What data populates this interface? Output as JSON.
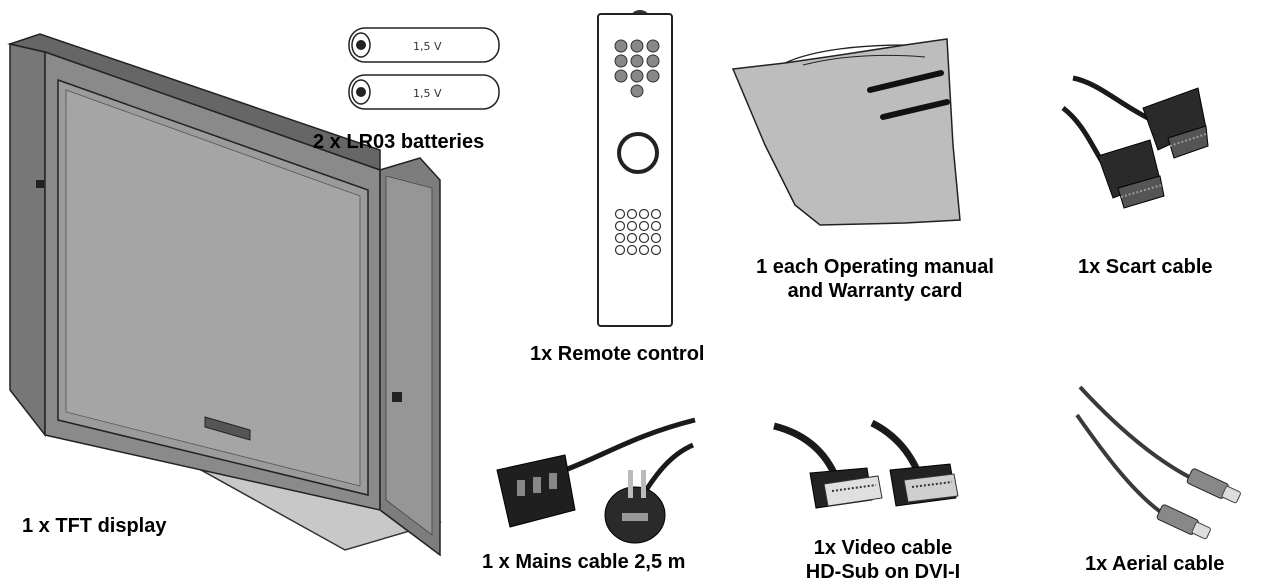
{
  "items": {
    "tft_display": {
      "label": "1 x TFT display"
    },
    "batteries": {
      "label": "2 x LR03 batteries",
      "voltage": "1,5 V"
    },
    "remote": {
      "label": "1x Remote control"
    },
    "manual": {
      "line1": "1 each Operating manual",
      "line2": "and Warranty card"
    },
    "scart": {
      "label": "1x Scart cable"
    },
    "mains": {
      "label": "1 x Mains cable 2,5 m"
    },
    "video": {
      "line1": "1x Video cable",
      "line2": "HD-Sub on DVI-I"
    },
    "aerial": {
      "label": "1x Aerial cable"
    }
  },
  "colors": {
    "panel": "#8a8a8a",
    "screen": "#9b9b9b",
    "stand": "#c8c8c8",
    "cable": "#1a1a1a",
    "manual": "#bdbdbd"
  }
}
